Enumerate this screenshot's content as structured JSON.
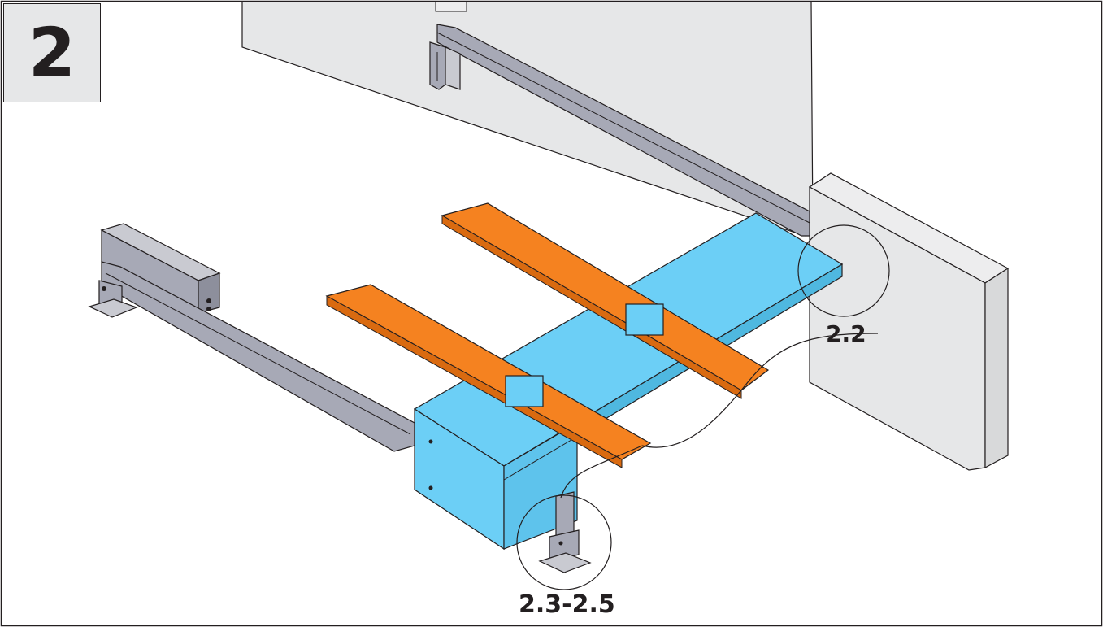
{
  "step": {
    "number": "2",
    "box_color": "#e6e7e8"
  },
  "callouts": [
    {
      "label": "2.2"
    },
    {
      "label": "2.3-2.5"
    }
  ],
  "colors": {
    "wall": "#e6e7e8",
    "rail": "#a7a9b6",
    "box": "#6ccff6",
    "fork": "#f58220",
    "line": "#231f20"
  }
}
